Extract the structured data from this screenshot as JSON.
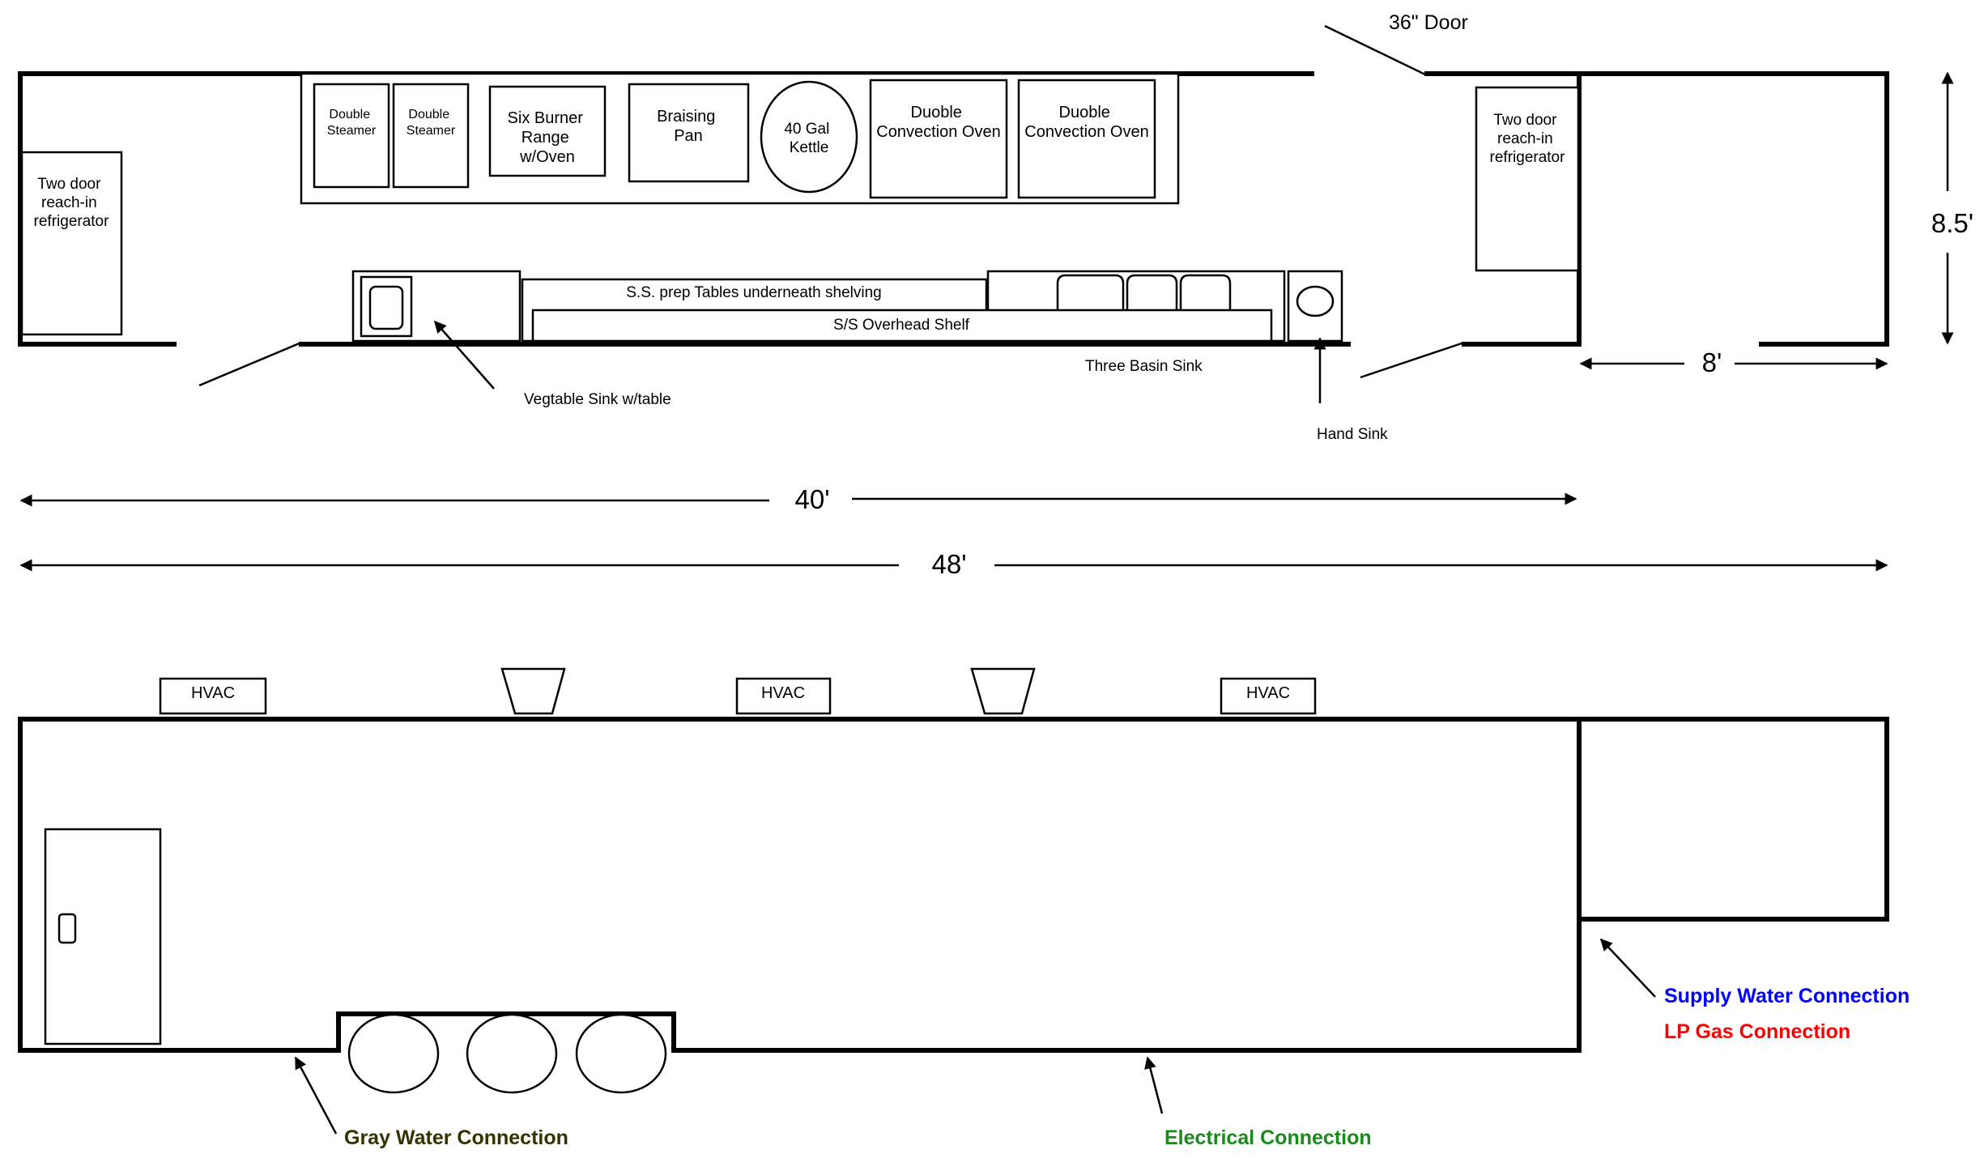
{
  "plan": {
    "door_label": "36\" Door",
    "fridge_left": [
      "Two door",
      "reach-in",
      "refrigerator"
    ],
    "fridge_right": [
      "Two door",
      "reach-in",
      "refrigerator"
    ],
    "steamer_1": [
      "Double",
      "Steamer"
    ],
    "steamer_2": [
      "Double",
      "Steamer"
    ],
    "range": [
      "Six Burner",
      "Range",
      "w/Oven"
    ],
    "braising_pan": [
      "Braising",
      "Pan"
    ],
    "kettle": [
      "40 Gal",
      "Kettle"
    ],
    "oven_1": [
      "Duoble",
      "Convection Oven"
    ],
    "oven_2": [
      "Duoble",
      "Convection Oven"
    ],
    "prep_tables": "S.S. prep Tables underneath shelving",
    "overhead_shelf": "S/S Overhead Shelf",
    "three_basin_sink": "Three Basin Sink",
    "vegetable_sink": "Vegtable Sink w/table",
    "hand_sink": "Hand Sink"
  },
  "dimensions": {
    "height": "8.5'",
    "trailer_width": "8'",
    "kitchen_length": "40'",
    "total_length": "48'"
  },
  "elevation": {
    "hvac": [
      "HVAC",
      "HVAC",
      "HVAC"
    ],
    "connections": {
      "gray_water": "Gray Water Connection",
      "electrical": "Electrical Connection",
      "supply_water": "Supply Water Connection",
      "lp_gas": "LP Gas Connection"
    }
  },
  "colors": {
    "gray_water": "#333300",
    "electrical": "#1a8a1a",
    "supply_water": "#0000ff",
    "lp_gas": "#ff0000"
  }
}
